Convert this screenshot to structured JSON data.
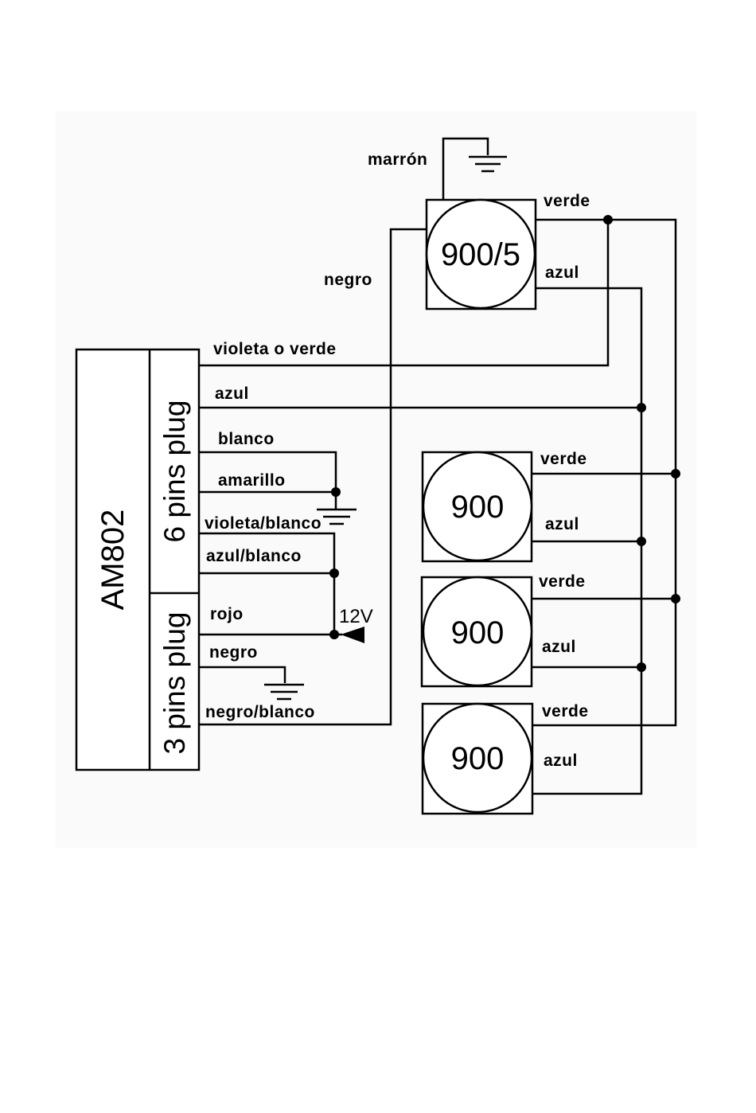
{
  "module": {
    "name": "AM802",
    "plug6": "6 pins plug",
    "plug3": "3 pins plug"
  },
  "sirens": {
    "main": "900/5",
    "s1": "900",
    "s2": "900",
    "s3": "900"
  },
  "wires": {
    "marron": "marrón",
    "negro_top": "negro",
    "verde_main": "verde",
    "azul_main": "azul",
    "violeta_o_verde": "violeta o verde",
    "azul_6pin": "azul",
    "blanco": "blanco",
    "amarillo": "amarillo",
    "violeta_blanco": "violeta/blanco",
    "azul_blanco": "azul/blanco",
    "rojo": "rojo",
    "negro_3pin": "negro",
    "negro_blanco": "negro/blanco",
    "verde_1": "verde",
    "azul_1": "azul",
    "verde_2": "verde",
    "azul_2": "azul",
    "verde_3": "verde",
    "azul_3": "azul"
  },
  "supply": {
    "voltage": "12V"
  }
}
